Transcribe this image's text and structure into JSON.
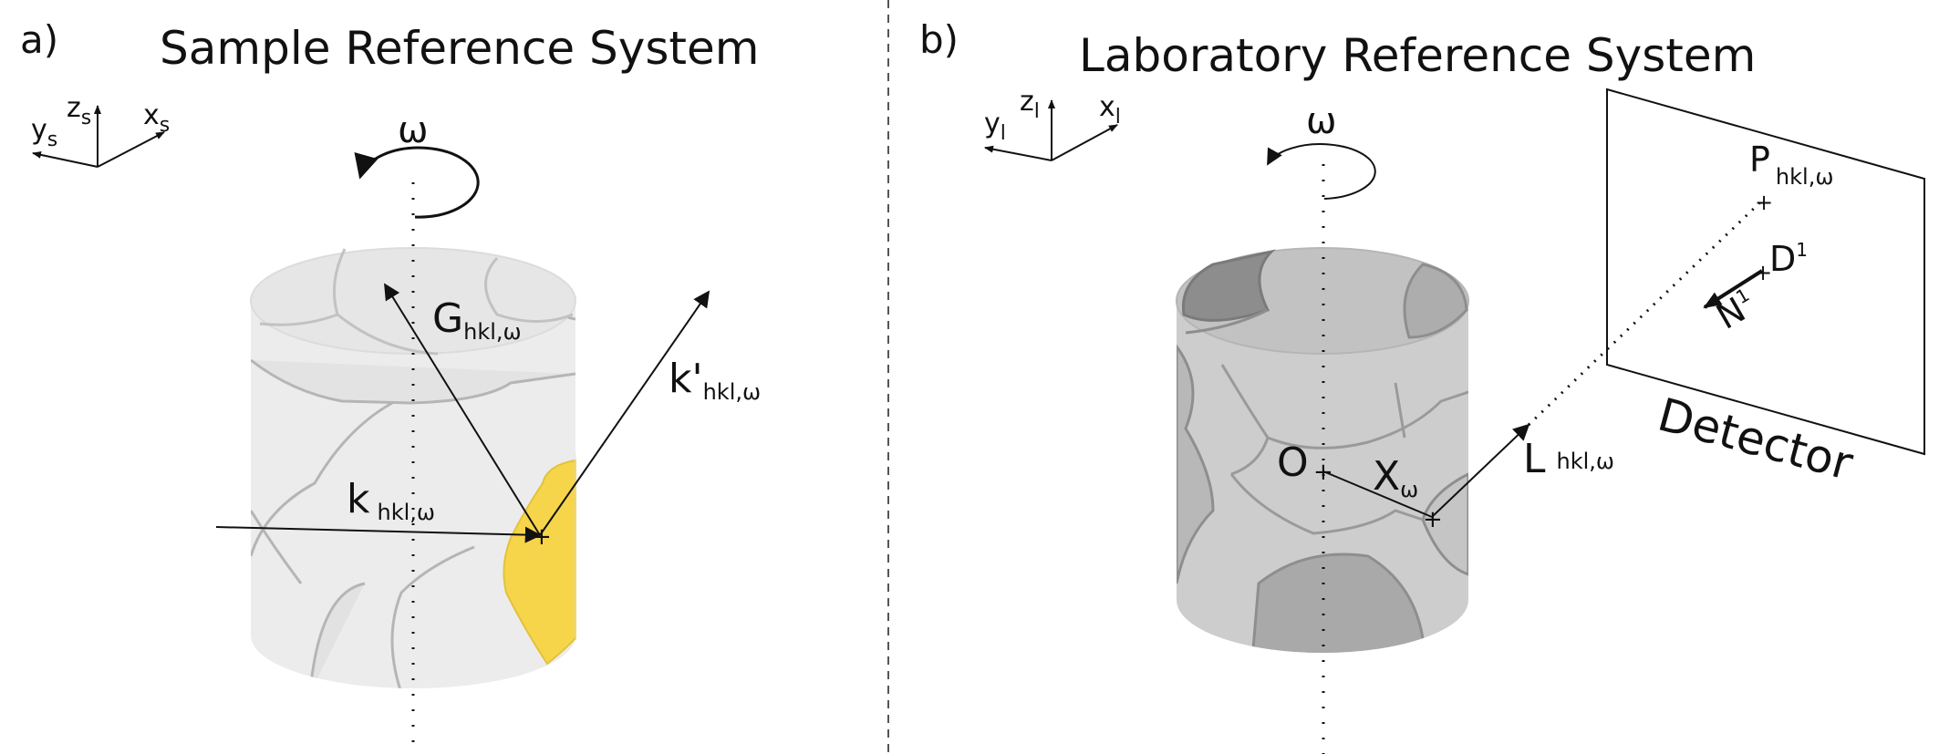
{
  "panel_a": {
    "label": "a)",
    "title": "Sample Reference System",
    "axes": {
      "z": "z",
      "z_sub": "s",
      "x": "x",
      "x_sub": "s",
      "y": "y",
      "y_sub": "s"
    },
    "rotation": "ω",
    "vectors": {
      "G_main": "G",
      "G_sub": "hkl,ω",
      "kp_main": "k'",
      "kp_sub": "hkl,ω",
      "k_main": "k",
      "k_sub": "hkl,ω"
    }
  },
  "panel_b": {
    "label": "b)",
    "title": "Laboratory Reference System",
    "axes": {
      "z": "z",
      "z_sub": "l",
      "x": "x",
      "x_sub": "l",
      "y": "y",
      "y_sub": "l"
    },
    "rotation": "ω",
    "origin": "O",
    "X_main": "X",
    "X_sub": "ω",
    "L_main": "L",
    "L_sub": "hkl,ω",
    "P_main": "P",
    "P_sub": "hkl,ω",
    "D_main": "D",
    "D_sup": "1",
    "N_main": "N",
    "N_sup": "1",
    "detector": "Detector"
  },
  "colors": {
    "grain_highlight": "#f7d54a",
    "cylinder_a": "#ececec",
    "cylinder_b": "#cdcdcd",
    "grain_boundary": "#9a9a9a",
    "line": "#111111"
  }
}
